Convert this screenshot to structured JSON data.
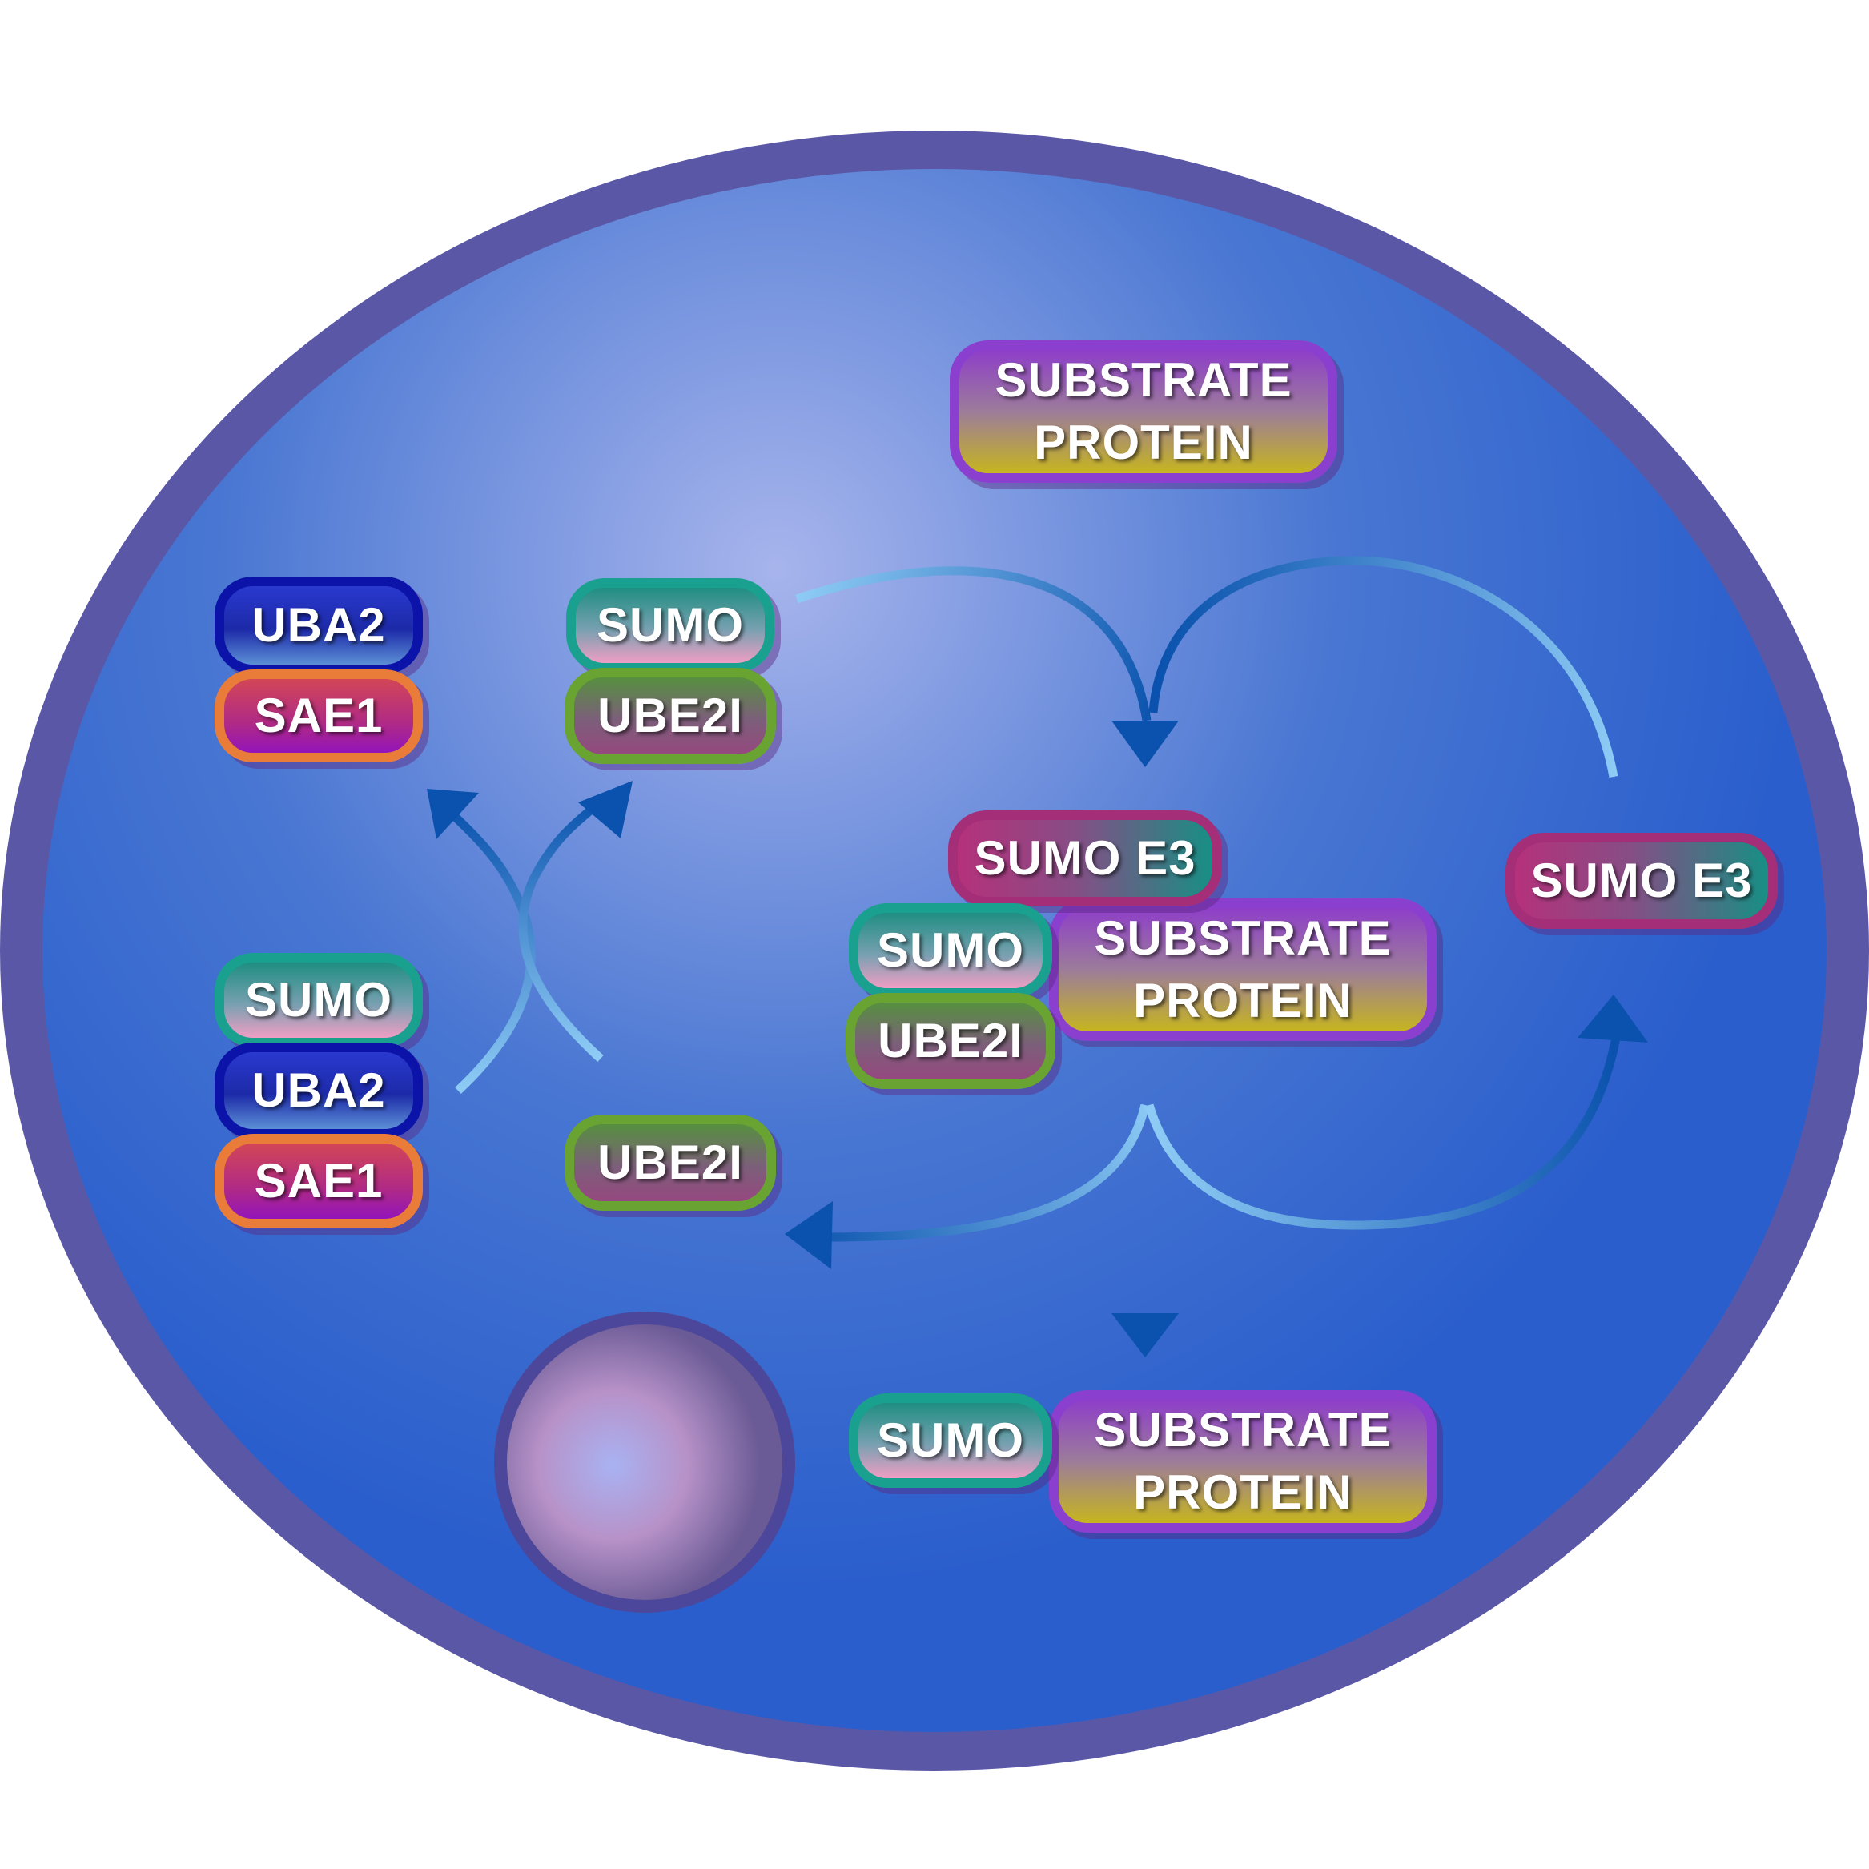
{
  "colors": {
    "cell_membrane": "#5a58a6",
    "cytoplasm_center": "#a7b4ec",
    "cytoplasm_edge": "#2a5ecc",
    "arrow_dark": "#0a52ad",
    "arrow_light": "#8ecbf5",
    "nucleus_rim": "#4c479a",
    "nucleus_center": "#a9b2f2"
  },
  "labels": {
    "uba2": "UBA2",
    "sae1": "SAE1",
    "sumo": "SUMO",
    "ube2i": "UBE2I",
    "sumo_e3": "SUMO E3",
    "substrate_protein": "SUBSTRATE\nPROTEIN"
  }
}
